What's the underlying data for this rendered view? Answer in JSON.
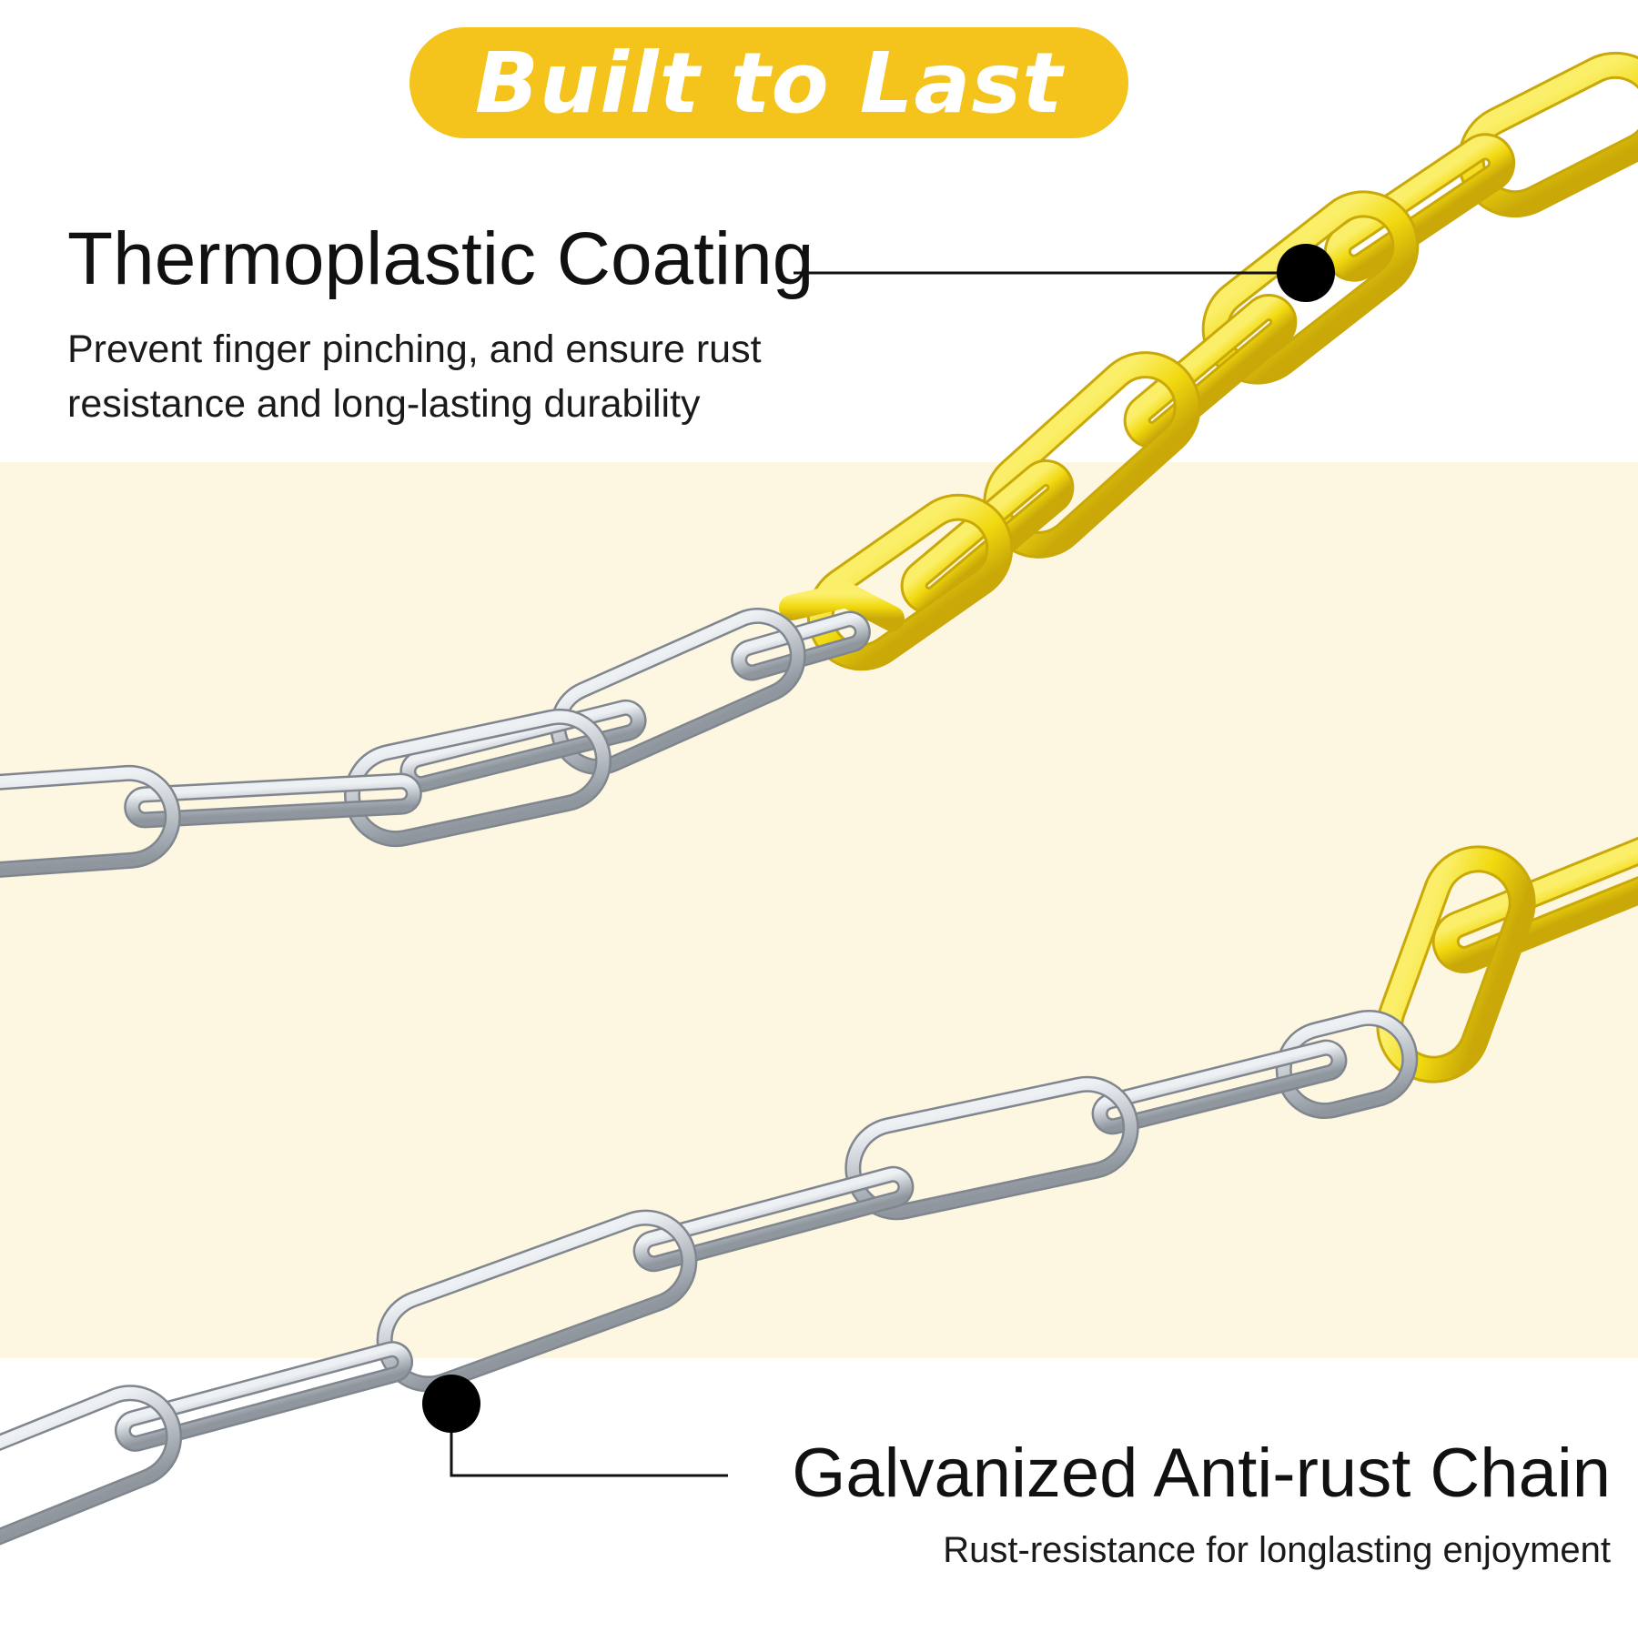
{
  "badge": {
    "text": "Built to Last"
  },
  "features": [
    {
      "title": "Thermoplastic Coating",
      "description": "Prevent finger pinching, and ensure rust resistance and long-lasting durability"
    },
    {
      "title": "Galvanized Anti-rust Chain",
      "description": "Rust-resistance for longlasting enjoyment"
    }
  ],
  "colors": {
    "accent_yellow": "#f4c31c",
    "chain_yellow": "#f2dc12",
    "steel": "#c4c9cf",
    "band": "#fdf6e1"
  }
}
